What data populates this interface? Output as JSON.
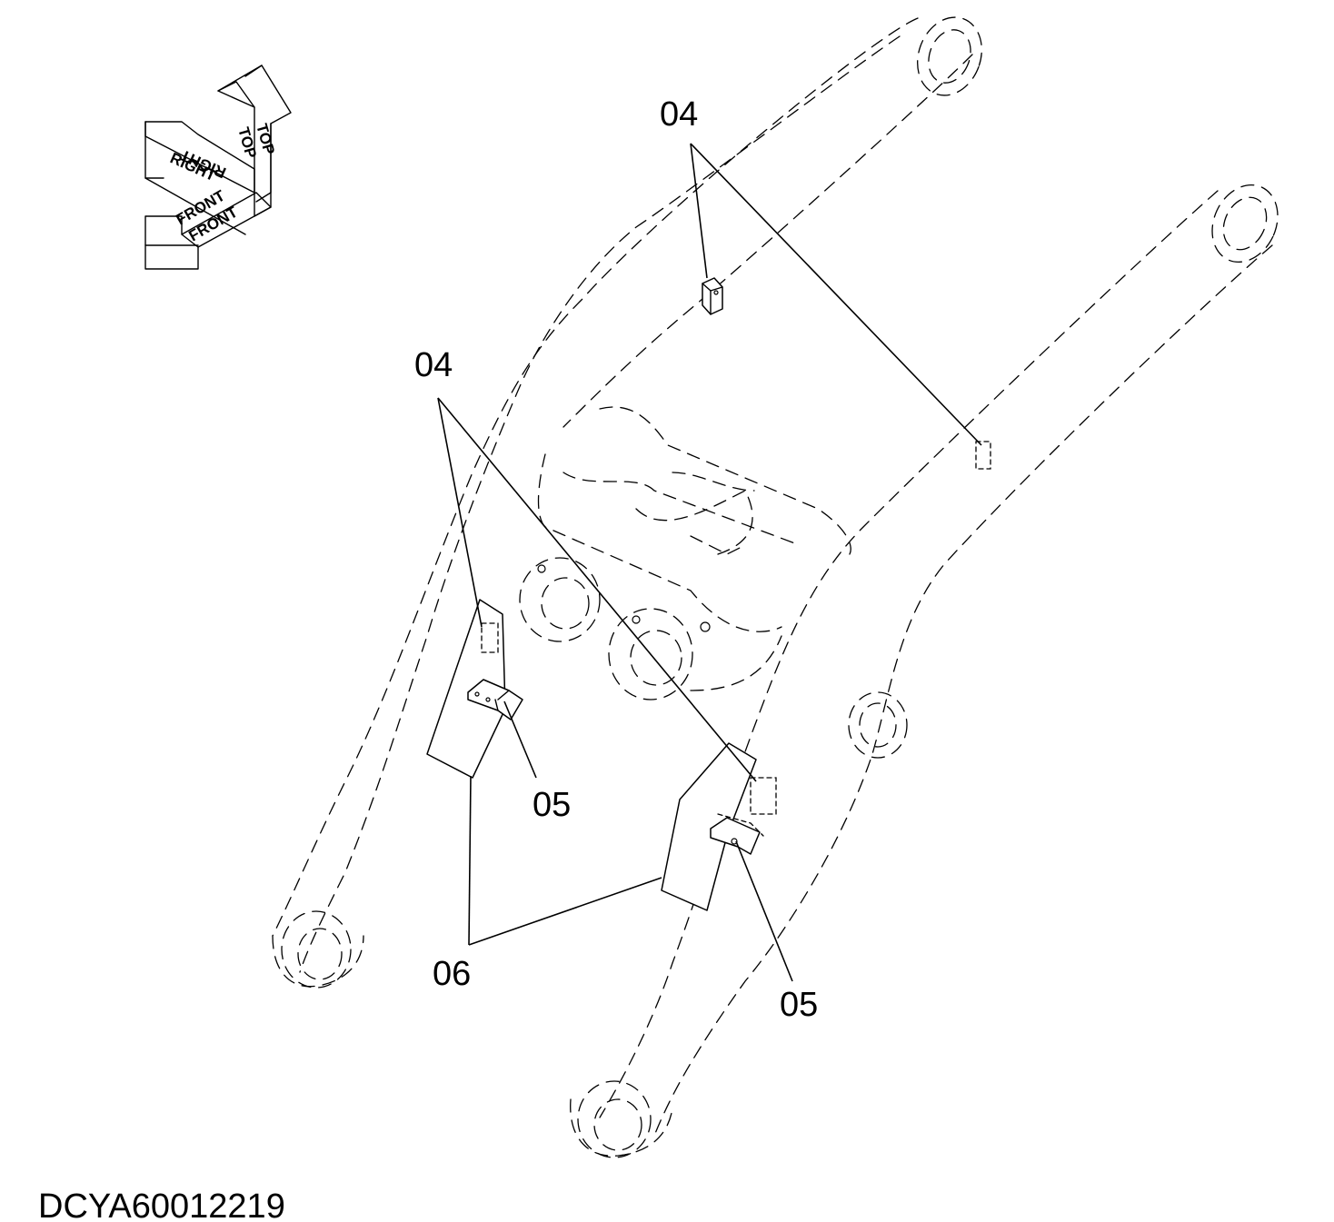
{
  "orientation": {
    "top_label": "TOP",
    "right_label": "RIGHT",
    "front_label": "FRONT"
  },
  "callouts": {
    "c04_upper": "04",
    "c04_left": "04",
    "c05_left": "05",
    "c05_right": "05",
    "c06": "06"
  },
  "drawing_code": "DCYA60012219"
}
